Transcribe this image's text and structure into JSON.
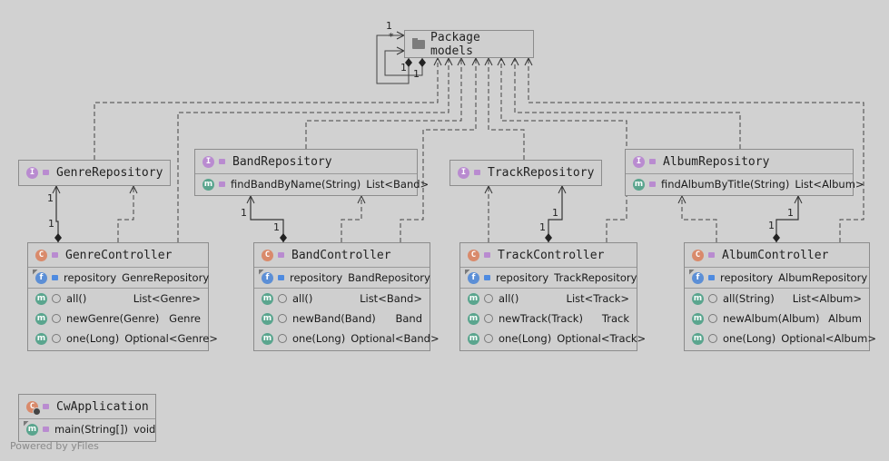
{
  "package": {
    "label": "Package models"
  },
  "multiplicities": {
    "pkg_top": "1",
    "pkg_star": "*",
    "pkg_left": "1",
    "pkg_right": "1",
    "genre_top": "1",
    "genre_bottom": "1",
    "band_top": "1",
    "band_bottom": "1",
    "track_top": "1",
    "track_bottom": "1",
    "album_top": "1",
    "album_bottom": "1"
  },
  "repositories": {
    "genre": {
      "name": "GenreRepository"
    },
    "band": {
      "name": "BandRepository",
      "method": "findBandByName(String)",
      "type": "List<Band>"
    },
    "track": {
      "name": "TrackRepository"
    },
    "album": {
      "name": "AlbumRepository",
      "method": "findAlbumByTitle(String)",
      "type": "List<Album>"
    }
  },
  "controllers": {
    "genre": {
      "name": "GenreController",
      "field": {
        "name": "repository",
        "type": "GenreRepository"
      },
      "methods": [
        {
          "name": "all()",
          "type": "List<Genre>"
        },
        {
          "name": "newGenre(Genre)",
          "type": "Genre"
        },
        {
          "name": "one(Long)",
          "type": "Optional<Genre>"
        }
      ]
    },
    "band": {
      "name": "BandController",
      "field": {
        "name": "repository",
        "type": "BandRepository"
      },
      "methods": [
        {
          "name": "all()",
          "type": "List<Band>"
        },
        {
          "name": "newBand(Band)",
          "type": "Band"
        },
        {
          "name": "one(Long)",
          "type": "Optional<Band>"
        }
      ]
    },
    "track": {
      "name": "TrackController",
      "field": {
        "name": "repository",
        "type": "TrackRepository"
      },
      "methods": [
        {
          "name": "all()",
          "type": "List<Track>"
        },
        {
          "name": "newTrack(Track)",
          "type": "Track"
        },
        {
          "name": "one(Long)",
          "type": "Optional<Track>"
        }
      ]
    },
    "album": {
      "name": "AlbumController",
      "field": {
        "name": "repository",
        "type": "AlbumRepository"
      },
      "methods": [
        {
          "name": "all(String)",
          "type": "List<Album>"
        },
        {
          "name": "newAlbum(Album)",
          "type": "Album"
        },
        {
          "name": "one(Long)",
          "type": "Optional<Album>"
        }
      ]
    }
  },
  "application": {
    "name": "CwApplication",
    "method": "main(String[])",
    "type": "void"
  },
  "icons": {
    "class": "C",
    "interface": "I",
    "method": "m",
    "field": "f"
  },
  "footer": {
    "text": "Powered by yFiles"
  }
}
